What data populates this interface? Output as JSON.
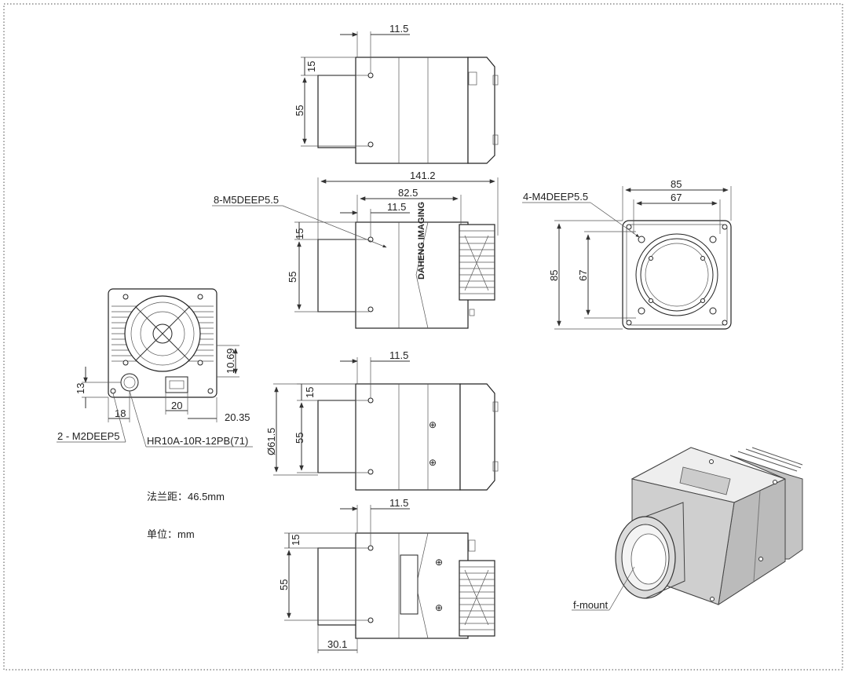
{
  "drawing": {
    "view_top": {
      "d_11_5": "11.5",
      "d_15": "15",
      "d_55": "55"
    },
    "view_front": {
      "d_141_2": "141.2",
      "d_82_5": "82.5",
      "d_11_5": "11.5",
      "d_15": "15",
      "d_55": "55",
      "callout": "8-M5DEEP5.5",
      "brand_mark": "DAHENG IMAGING"
    },
    "view_mount": {
      "d_85_w": "85",
      "d_67_w": "67",
      "d_85_h": "85",
      "d_67_h": "67",
      "callout": "4-M4DEEP5.5"
    },
    "view_rear": {
      "d_10_69": "10.69",
      "d_13": "13",
      "d_18": "18",
      "d_20": "20",
      "d_20_35": "20.35",
      "callout_holes": "2 - M2DEEP5",
      "callout_connector": "HR10A-10R-12PB(71)"
    },
    "view_bottom": {
      "d_11_5": "11.5",
      "d_15": "15",
      "d_55": "55",
      "d_61_5": "Ø61.5"
    },
    "view_side": {
      "d_11_5": "11.5",
      "d_15": "15",
      "d_55": "55",
      "d_30_1": "30.1"
    },
    "notes": {
      "flange_distance": "法兰距：46.5mm",
      "unit": "单位：mm"
    },
    "iso_view": {
      "callout": "f-mount"
    }
  }
}
